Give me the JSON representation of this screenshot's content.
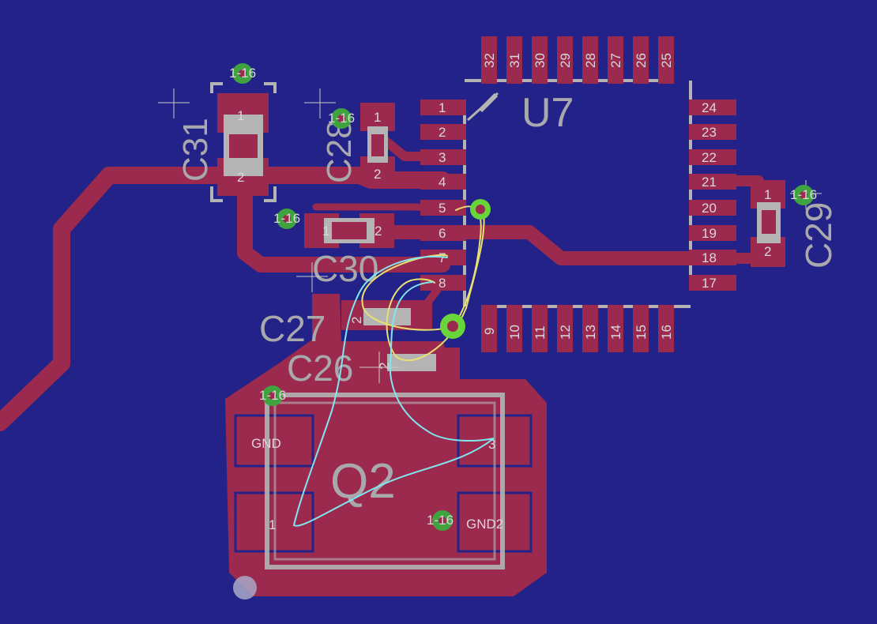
{
  "board": {
    "background": "#222288",
    "copper_color": "#9b2a4e",
    "silk_color": "#b4b4b4",
    "via_color": "#3fa33f"
  },
  "components": {
    "u7": {
      "ref": "U7"
    },
    "c31": {
      "ref": "C31",
      "pad1": "1",
      "pad2": "2"
    },
    "c28": {
      "ref": "C28",
      "pad1": "1",
      "pad2": "2"
    },
    "c29": {
      "ref": "C29",
      "pad1": "1",
      "pad2": "2"
    },
    "c30": {
      "ref": "C30",
      "pad1": "1",
      "pad2": "2"
    },
    "c27": {
      "ref": "C27",
      "pad2": "2"
    },
    "c26": {
      "ref": "C26",
      "pad2": "2"
    },
    "q2": {
      "ref": "Q2",
      "pad_gnd": "GND",
      "pad_gnd2": "GND2",
      "pad1": "1",
      "pad3": "3"
    }
  },
  "u7_pins": {
    "left": [
      "1",
      "2",
      "3",
      "4",
      "5",
      "6",
      "7",
      "8"
    ],
    "bottom": [
      "9",
      "10",
      "11",
      "12",
      "13",
      "14",
      "15",
      "16"
    ],
    "right": [
      "24",
      "23",
      "22",
      "21",
      "20",
      "19",
      "18",
      "17"
    ],
    "top": [
      "32",
      "31",
      "30",
      "29",
      "28",
      "27",
      "26",
      "25"
    ]
  },
  "via_label": "1-16",
  "airwires": [
    {
      "name": "airwire-yellow",
      "color": "#e8e070"
    },
    {
      "name": "airwire-cyan",
      "color": "#7fe7f0"
    }
  ]
}
